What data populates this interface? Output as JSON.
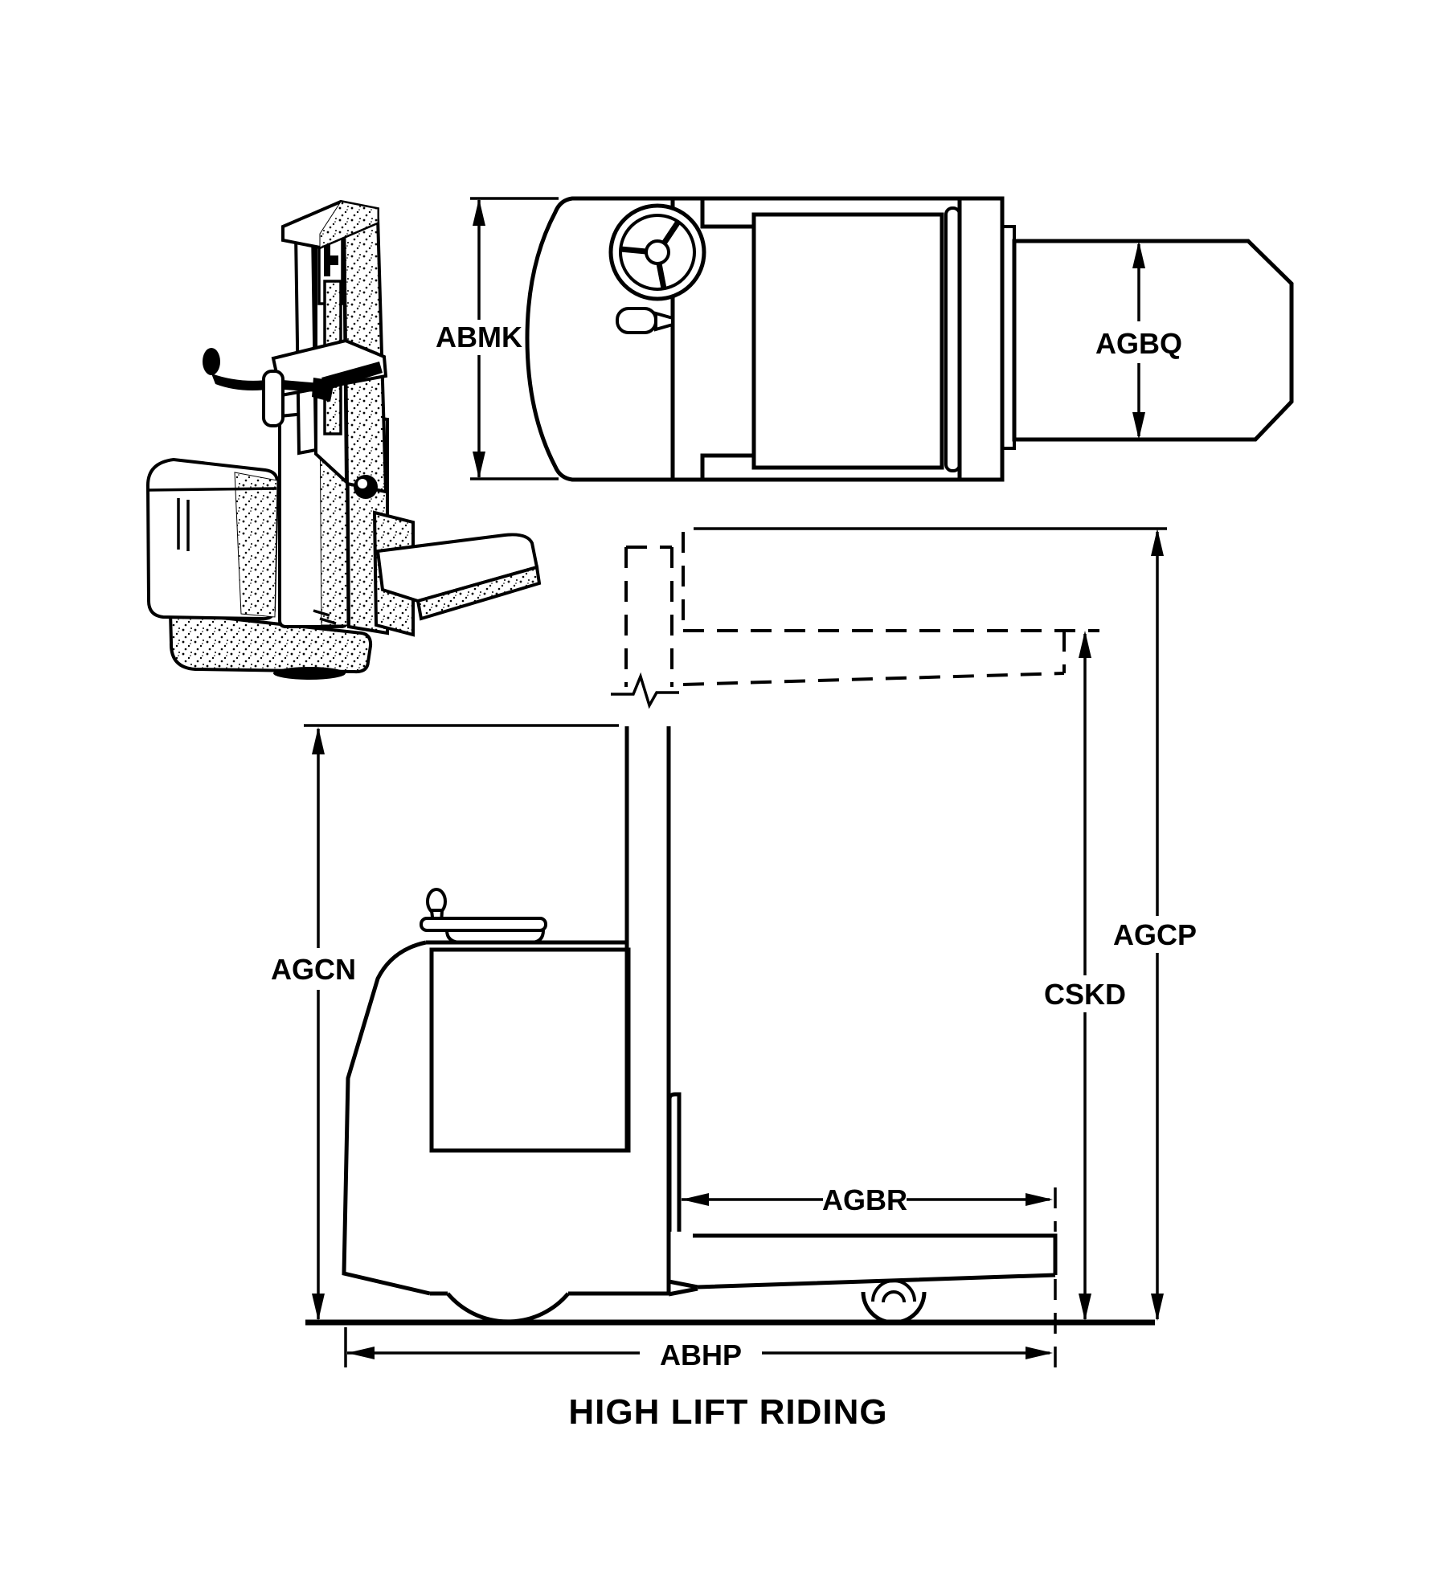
{
  "title": "HIGH LIFT RIDING",
  "labels": {
    "abmk": "ABMK",
    "agbq": "AGBQ",
    "agcn": "AGCN",
    "agcp": "AGCP",
    "cskd": "CSKD",
    "agbr": "AGBR",
    "abhp": "ABHP"
  },
  "colors": {
    "ink": "#000000",
    "background": "#ffffff"
  }
}
